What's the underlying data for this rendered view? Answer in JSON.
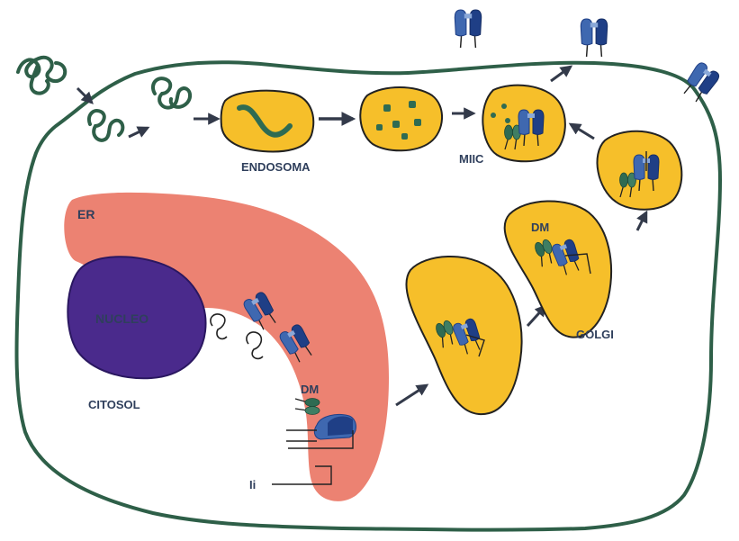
{
  "labels": {
    "endosoma": "ENDOSOMA",
    "miic": "MIIC",
    "er": "ER",
    "nucleo": "NUCLEO",
    "citosol": "CITOSOL",
    "dm_er": "DM",
    "dm_golgi": "DM",
    "golgi": "GOLGI",
    "ii": "Ii"
  },
  "colors": {
    "membrane": "#2e5f48",
    "er": "#ec8272",
    "nucleus": "#4a2a8c",
    "vesicle": "#f6bf2a",
    "dark_green": "#2f6b52",
    "mhc_blue": "#3f68b0",
    "mhc_dark": "#1f3f86",
    "arrow": "#333a4a",
    "label": "#2f3f5c"
  }
}
